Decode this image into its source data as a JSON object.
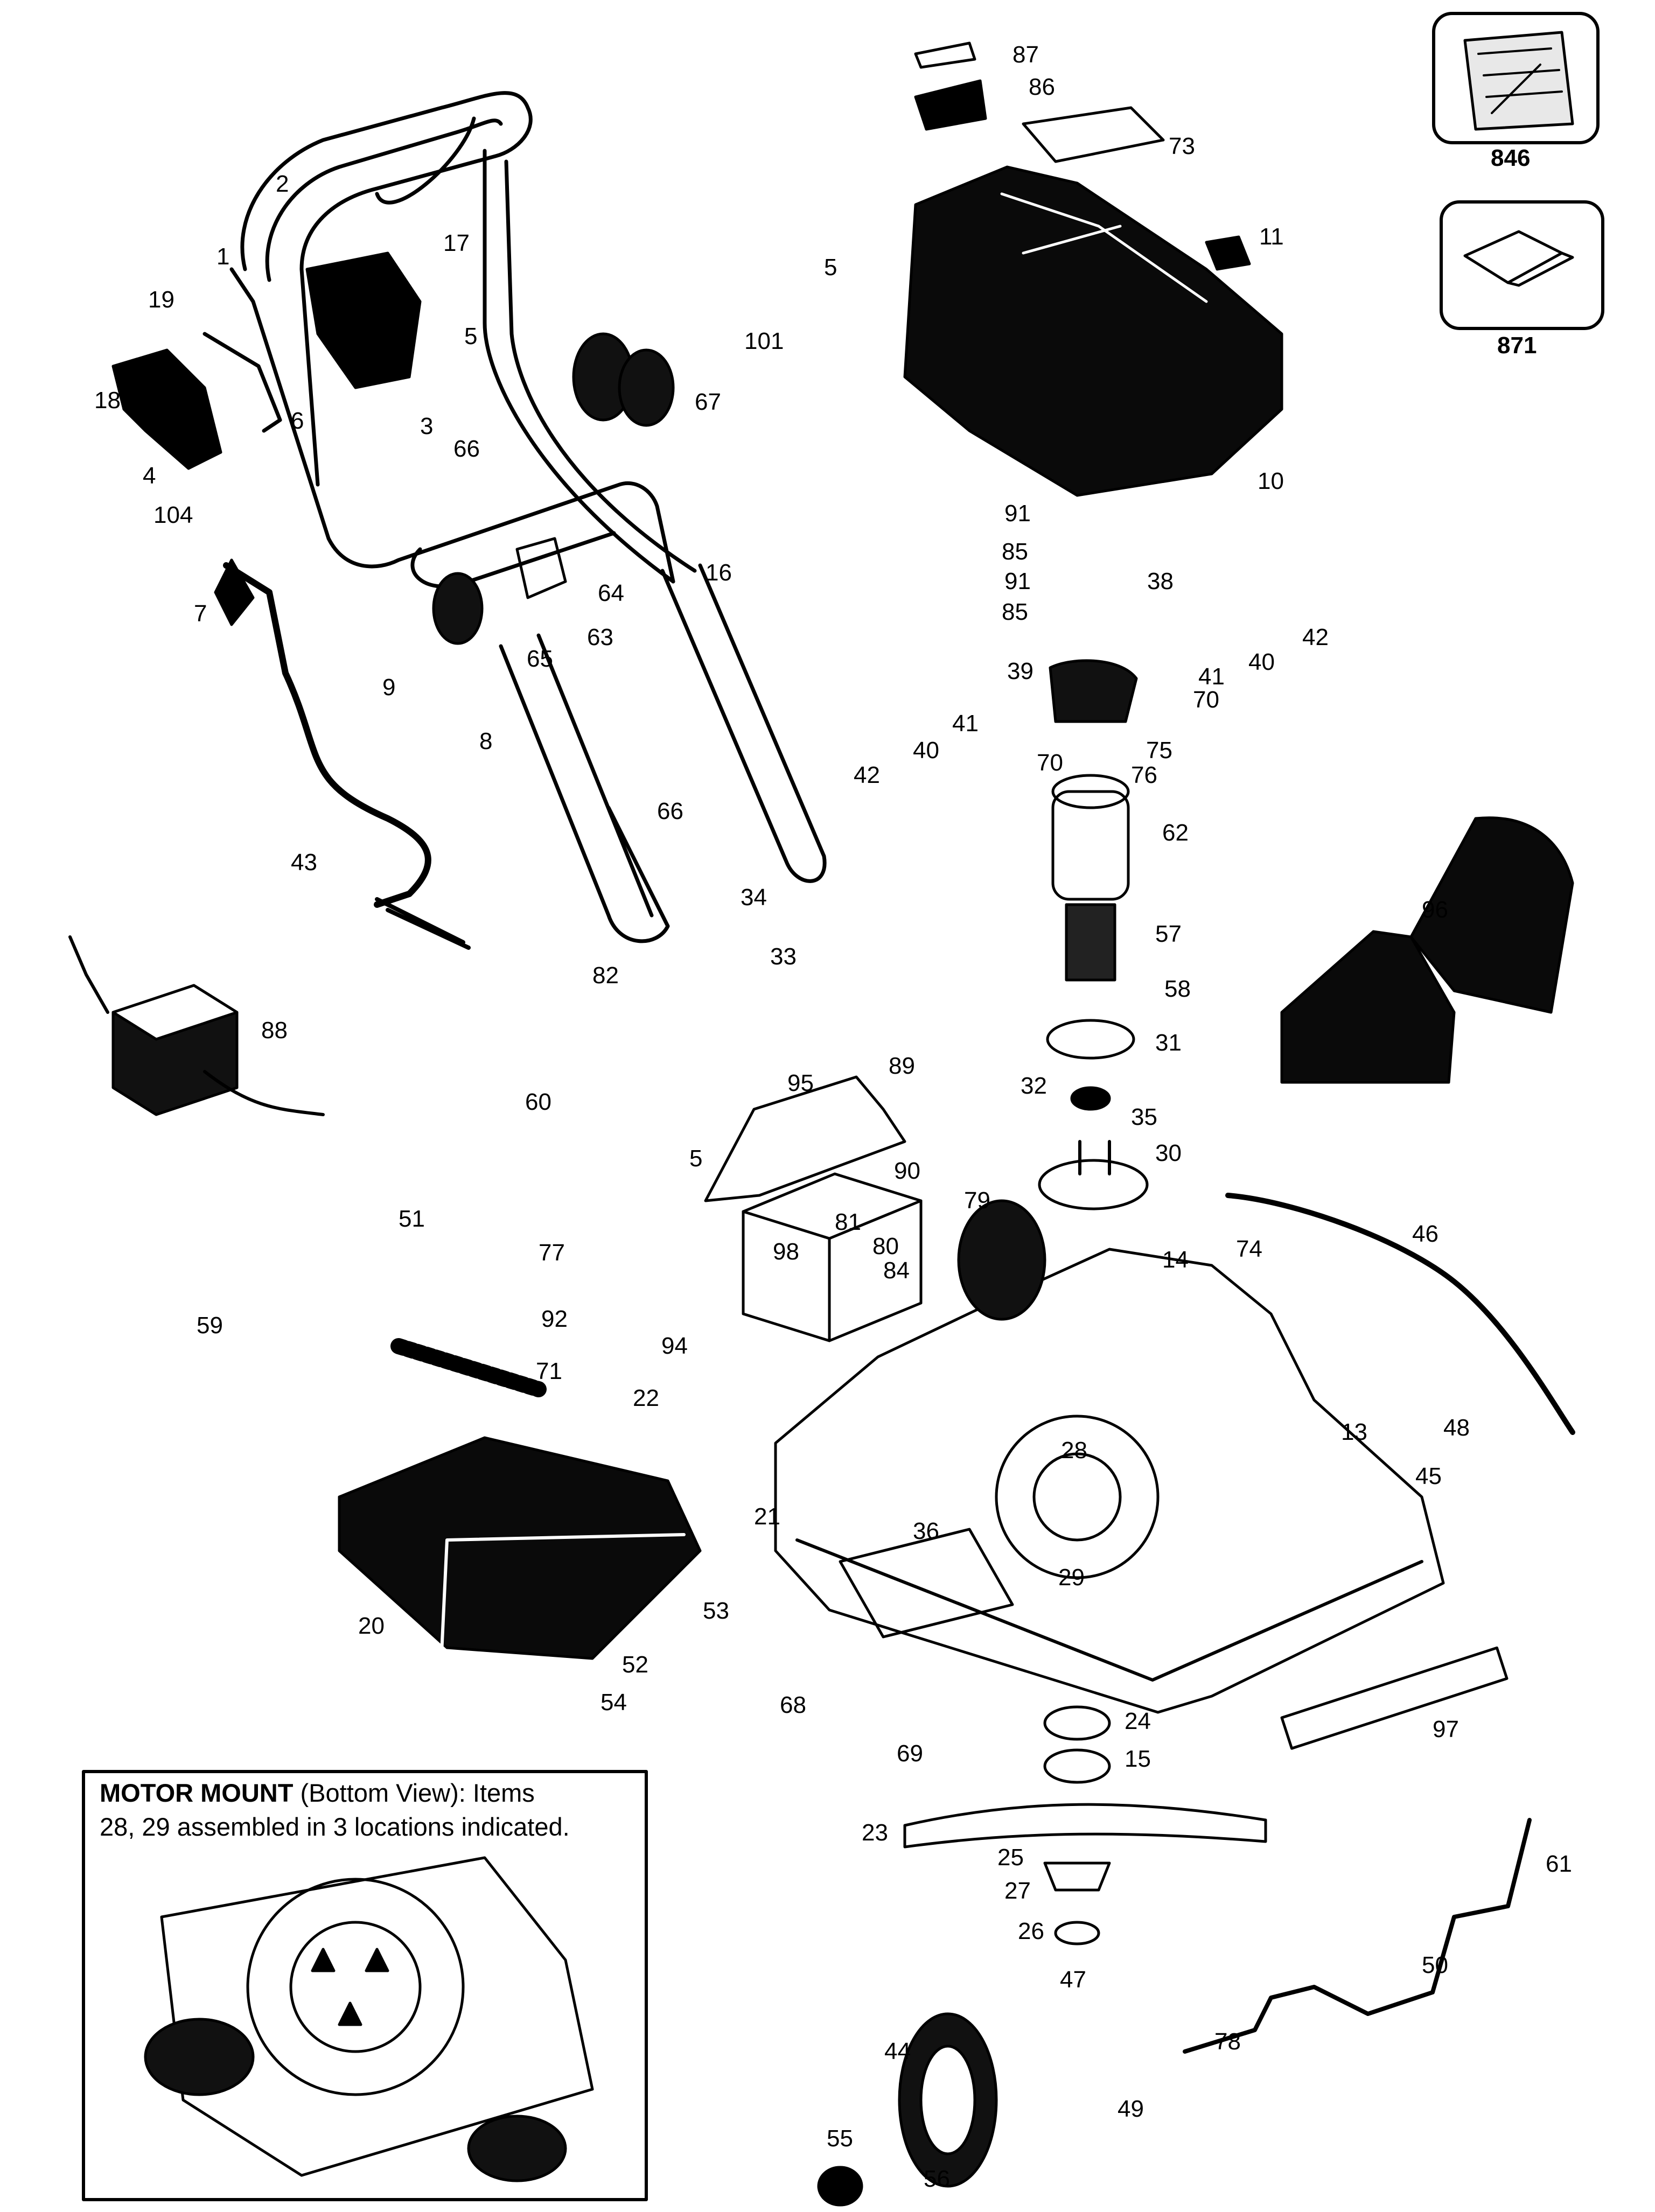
{
  "part_labels": {
    "p1": "1",
    "p2": "2",
    "p3": "3",
    "p4": "4",
    "p5a": "5",
    "p5b": "5",
    "p5c": "5",
    "p6": "6",
    "p7": "7",
    "p8": "8",
    "p9": "9",
    "p10": "10",
    "p11": "11",
    "p13": "13",
    "p14": "14",
    "p15": "15",
    "p16": "16",
    "p17": "17",
    "p18": "18",
    "p19": "19",
    "p20": "20",
    "p21": "21",
    "p22": "22",
    "p23": "23",
    "p24": "24",
    "p25": "25",
    "p26": "26",
    "p27": "27",
    "p28": "28",
    "p29": "29",
    "p30": "30",
    "p31": "31",
    "p32": "32",
    "p33": "33",
    "p34": "34",
    "p35": "35",
    "p36": "36",
    "p38": "38",
    "p39": "39",
    "p40a": "40",
    "p40b": "40",
    "p41a": "41",
    "p41b": "41",
    "p42a": "42",
    "p42b": "42",
    "p43": "43",
    "p44": "44",
    "p45": "45",
    "p46": "46",
    "p47": "47",
    "p48": "48",
    "p49": "49",
    "p50": "50",
    "p51": "51",
    "p52": "52",
    "p53": "53",
    "p54": "54",
    "p55": "55",
    "p56": "56",
    "p57": "57",
    "p58": "58",
    "p59": "59",
    "p60": "60",
    "p61": "61",
    "p62": "62",
    "p63": "63",
    "p64": "64",
    "p65": "65",
    "p66a": "66",
    "p66b": "66",
    "p67": "67",
    "p68": "68",
    "p69": "69",
    "p70a": "70",
    "p70b": "70",
    "p71": "71",
    "p73": "73",
    "p74": "74",
    "p75": "75",
    "p76": "76",
    "p77": "77",
    "p78": "78",
    "p79": "79",
    "p80": "80",
    "p81": "81",
    "p82": "82",
    "p84": "84",
    "p85a": "85",
    "p85b": "85",
    "p86": "86",
    "p87": "87",
    "p88": "88",
    "p89": "89",
    "p90": "90",
    "p91a": "91",
    "p91b": "91",
    "p92": "92",
    "p94": "94",
    "p95": "95",
    "p96": "96",
    "p97": "97",
    "p98": "98",
    "p101": "101",
    "p104": "104"
  },
  "boxes": {
    "kit_label": "846",
    "manual_label": "871"
  },
  "motor_mount": {
    "title_bold": "MOTOR MOUNT",
    "title_rest": " (Bottom View): Items",
    "line2": "28, 29 assembled in 3 locations indicated."
  },
  "colors": {
    "ink": "#000000",
    "paper": "#ffffff"
  }
}
